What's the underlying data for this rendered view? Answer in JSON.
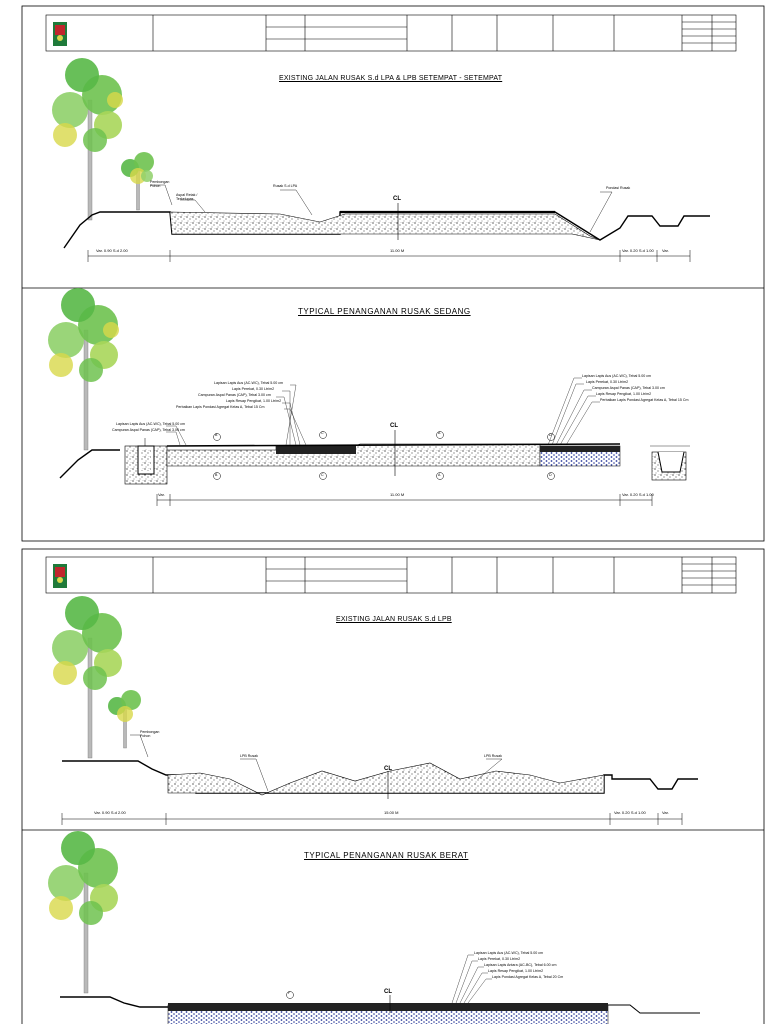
{
  "sheets": [
    {
      "existing": {
        "title": "EXISTING JALAN RUSAK S.d LPA & LPB SETEMPAT - SETEMPAT",
        "cl": "CL",
        "labels": {
          "pohon": "Pembongan Pohon",
          "aspal_retak": "Aspal Retak / Terkelupas",
          "rusak_lpa": "Rusak S.d LPA",
          "pondasi_rusak": "Pondasi Rusak"
        },
        "dims": {
          "left": "Var. 0.90 S.d 2.00",
          "mid": "11.00 M",
          "right": "Var. 0.20 S.d 1.00",
          "far_right": "Var."
        }
      },
      "typical": {
        "title": "TYPICAL PENANGANAN RUSAK SEDANG",
        "cl": "CL",
        "callouts_left": [
          "Lapisan Lapis Aus (AC-WC), Tebal 5.00 cm",
          "Lapis Perekat, 0.30 Ltr/m2",
          "Campuran Aspal Panas (CAP), Tebal 3.00 cm",
          "Lapis Resap Pengikat, 1.00 Ltr/m2",
          "Perbaikan Lapis Pondasi Agregat Kelas A, Tebal 15 Cm"
        ],
        "callouts_far_left": [
          "Lapisan Lapis Aus (AC-WC), Tebal 5.00 cm",
          "Campuran Aspal Panas (CAP), Tebal 3.00 cm"
        ],
        "callouts_right": [
          "Lapisan Lapis Aus (AC-WC), Tebal 5.00 cm",
          "Lapis Perekat, 0.30 Ltr/m2",
          "Campuran Aspal Panas (CAP), Tebal 3.00 cm",
          "Lapis Resap Pengikat, 1.00 Ltr/m2",
          "Perbaikan Lapis Pondasi Agregat Kelas A, Tebal 15 Cm"
        ],
        "markers": [
          "B",
          "C",
          "A",
          "D"
        ],
        "dims": {
          "left": "Var.",
          "mid": "11.00 M",
          "right": "Var. 0.20 S.d 1.00"
        }
      }
    },
    {
      "existing": {
        "title": "EXISTING JALAN RUSAK S.d LPB",
        "cl": "CL",
        "labels": {
          "pohon": "Pembongan Pohon",
          "lpb_rusak_left": "LPB Rusak",
          "lpb_rusak_right": "LPB Rusak"
        },
        "dims": {
          "left": "Var. 0.90 S.d 2.00",
          "mid": "15.00 M",
          "right": "Var. 0.20 S.d 1.00",
          "far_right": "Var."
        }
      },
      "typical": {
        "title": "TYPICAL PENANGANAN RUSAK BERAT",
        "cl": "CL",
        "marker": "F",
        "callouts": [
          "Lapisan Lapis Aus (AC-WC), Tebal 5.00 cm",
          "Lapis Perekat, 0.30 Ltr/m2",
          "Lapisan Lapis Antara (AC-BC), Tebal 6.00 cm",
          "Lapis Resap Pengikat, 1.00 Ltr/m2",
          "Lapis Pondasi Agregat Kelas A, Tebal 20 Cm"
        ]
      }
    }
  ],
  "colors": {
    "line": "#000000",
    "tree_green": "#58b847",
    "tree_yellow": "#d8d84a",
    "tree_trunk": "#b9b9b9",
    "base_blue": "#2b3a9a",
    "logo_red": "#c0262d",
    "logo_green": "#1f7a3a"
  }
}
